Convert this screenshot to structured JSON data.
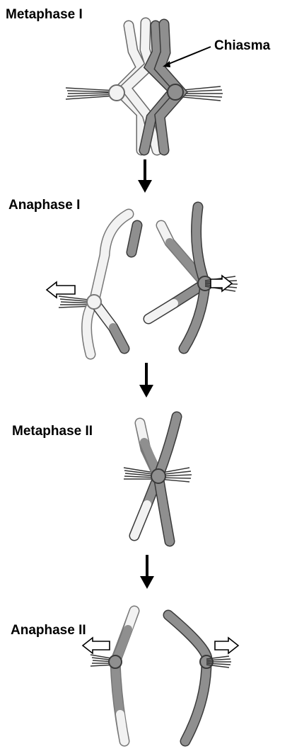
{
  "stages": [
    {
      "label": "Metaphase I"
    },
    {
      "label": "Anaphase I"
    },
    {
      "label": "Metaphase II"
    },
    {
      "label": "Anaphase II"
    }
  ],
  "annotations": {
    "chiasma": "Chiasma"
  },
  "colors": {
    "light_chromatid": "#f2f2f2",
    "dark_chromatid": "#8f8f8f",
    "outline": "#4a4a4a",
    "arrow": "#000000",
    "spindle": "#333333"
  }
}
